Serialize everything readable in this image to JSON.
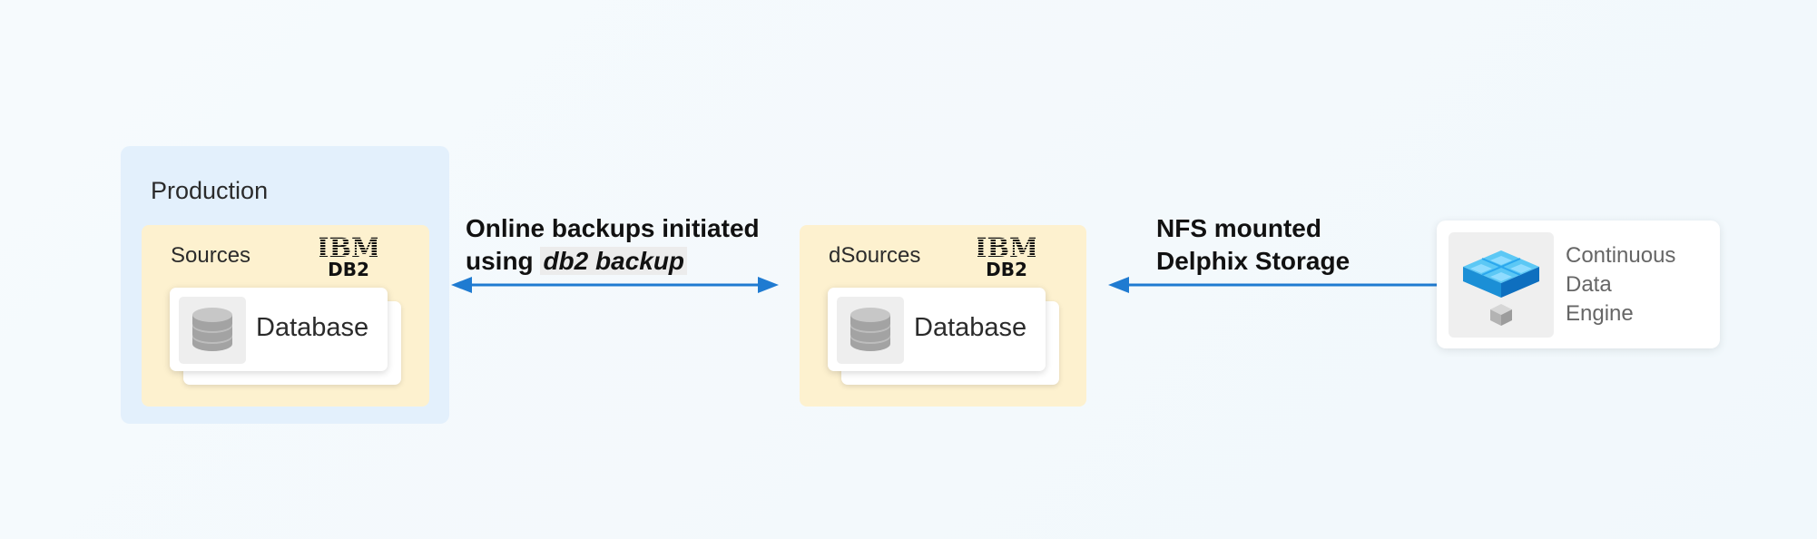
{
  "production": {
    "title": "Production",
    "panel_title": "Sources",
    "logo": {
      "ibm": "IBM",
      "db2": "DB2"
    },
    "card_label": "Database",
    "icon": "database-icon"
  },
  "dsources": {
    "panel_title": "dSources",
    "logo": {
      "ibm": "IBM",
      "db2": "DB2"
    },
    "card_label": "Database",
    "icon": "database-icon"
  },
  "flow_left": {
    "line1": "Online backups initiated",
    "line2_prefix": "using ",
    "line2_emphasis": "db2 backup"
  },
  "flow_right": {
    "line1": "NFS mounted",
    "line2": "Delphix Storage"
  },
  "engine": {
    "lines": [
      "Continuous",
      "Data",
      "Engine"
    ],
    "icon": "delphix-engine-icon"
  },
  "colors": {
    "arrow": "#1f7bd1",
    "production_bg": "#e3f0fc",
    "panel_bg": "#fdf1cf"
  }
}
